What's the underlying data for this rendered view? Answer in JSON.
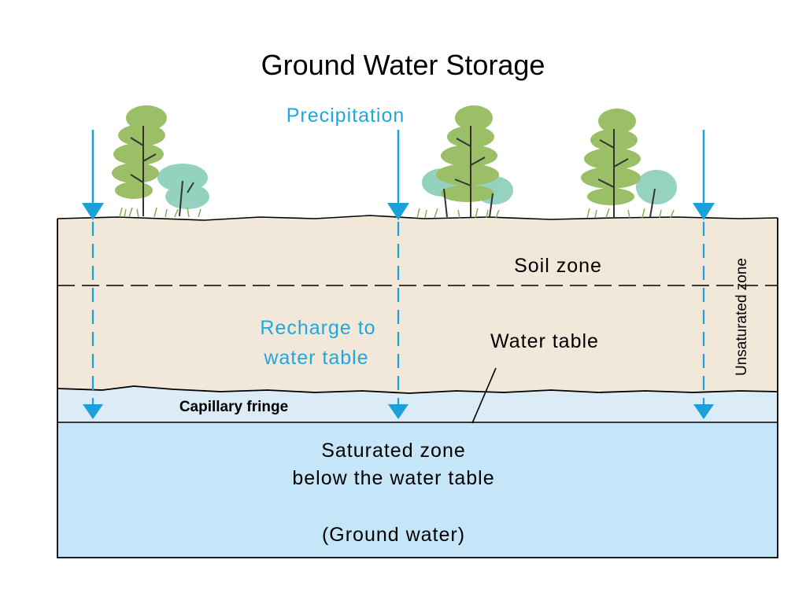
{
  "title": "Ground Water Storage",
  "labels": {
    "precipitation": "Precipitation",
    "soil_zone": "Soil zone",
    "recharge_line1": "Recharge to",
    "recharge_line2": "water table",
    "water_table": "Water table",
    "unsaturated_zone": "Unsaturated zone",
    "capillary_fringe": "Capillary fringe",
    "saturated_line1": "Saturated zone",
    "saturated_line2": "below the water table",
    "ground_water": "(Ground water)"
  },
  "colors": {
    "arrow": "#1ba1d9",
    "label_blue": "#1fa8dc",
    "unsaturated": "#f2e8da",
    "capillary": "#dcecf7",
    "saturated": "#c5e5f8",
    "tree_light": "#9bbf66",
    "tree_teal": "#8fd0bd",
    "outline": "#000000"
  }
}
